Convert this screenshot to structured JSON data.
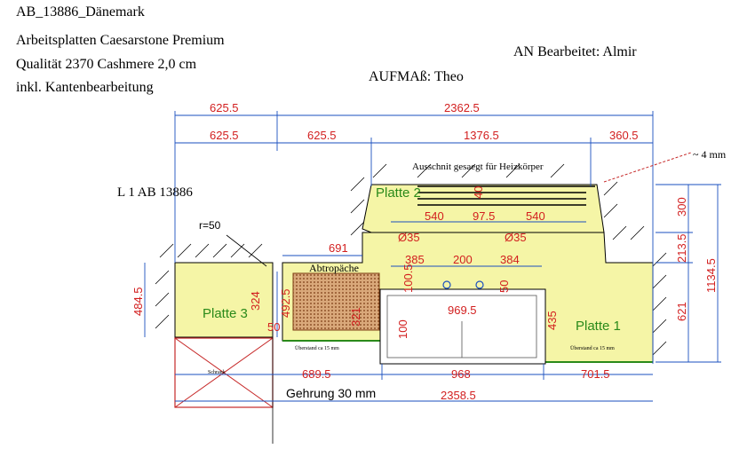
{
  "header": {
    "line1": "AB_13886_Dänemark",
    "line2": "Arbeitsplatten Caesarstone Premium",
    "line3": "Qualität 2370 Cashmere 2,0 cm",
    "line4": "inkl. Kantenbearbeitung",
    "editor": "AN Bearbeitet: Almir",
    "measure": "AUFMAß: Theo"
  },
  "labels": {
    "l1": "L 1 AB 13886",
    "cut_note": "Ausschnit gesaegt für Heizkörper",
    "approx": "~ 4 mm",
    "radius": "r=50",
    "backsplash": "Abtropäche",
    "overhang_left": "Überstand ca 15 mm",
    "overhang_right": "Überstand ca 15 mm",
    "cabinet": "Schrank",
    "miter": "Gehrung 30 mm"
  },
  "plates": {
    "p1": "Platte 1",
    "p2": "Platte 2",
    "p3": "Platte 3"
  },
  "dims": {
    "top_left": "625.5",
    "top_total": "2362.5",
    "row2_a": "625.5",
    "row2_b": "625.5",
    "row2_c": "1376.5",
    "row2_d": "360.5",
    "cut_40": "40",
    "cut_540a": "540",
    "cut_975": "97.5",
    "cut_540b": "540",
    "d35a": "Ø35",
    "d35b": "Ø35",
    "d385": "385",
    "d200": "200",
    "d384": "384",
    "d691": "691",
    "d324": "324",
    "d4925": "492.5",
    "d321": "321",
    "d1005": "100.5",
    "d50a": "50",
    "d50b": "50",
    "d9695": "969.5",
    "d100": "100",
    "d435": "435",
    "d4845": "484.5",
    "d300": "300",
    "d2135": "213.5",
    "d621": "621",
    "d11345": "1134.5",
    "b6895": "689.5",
    "b968": "968",
    "b7015": "701.5",
    "b23585": "2358.5"
  }
}
